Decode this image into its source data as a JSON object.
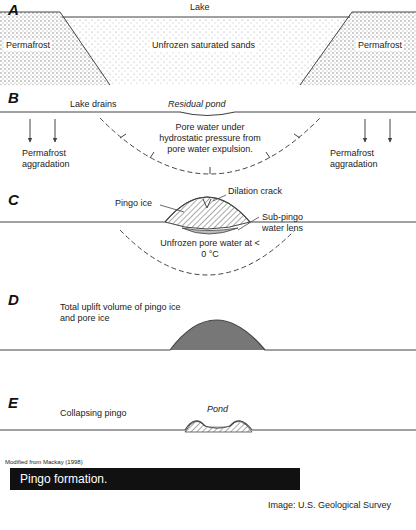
{
  "diagram": {
    "caption": "Pingo formation.",
    "labels": [
      "A",
      "Lake",
      "Permafrost",
      "Unfrozen saturated sands",
      "Permafrost",
      "B",
      "Lake drains",
      "Residual pond",
      "Pore water under hydrostatic pressure from pore water expulsion.",
      "Permafrost aggradation",
      "Permafrost aggradation",
      "C",
      "Pingo ice",
      "Dilation crack",
      "Sub-pingo water lens",
      "Unfrozen pore water at < 0 °C",
      "D",
      "Total uplift volume of pingo ice and pore ice",
      "E",
      "Collapsing pingo",
      "Pond",
      "Modified from Mackay (1998)",
      "Image: U.S. Geological Survey"
    ]
  }
}
